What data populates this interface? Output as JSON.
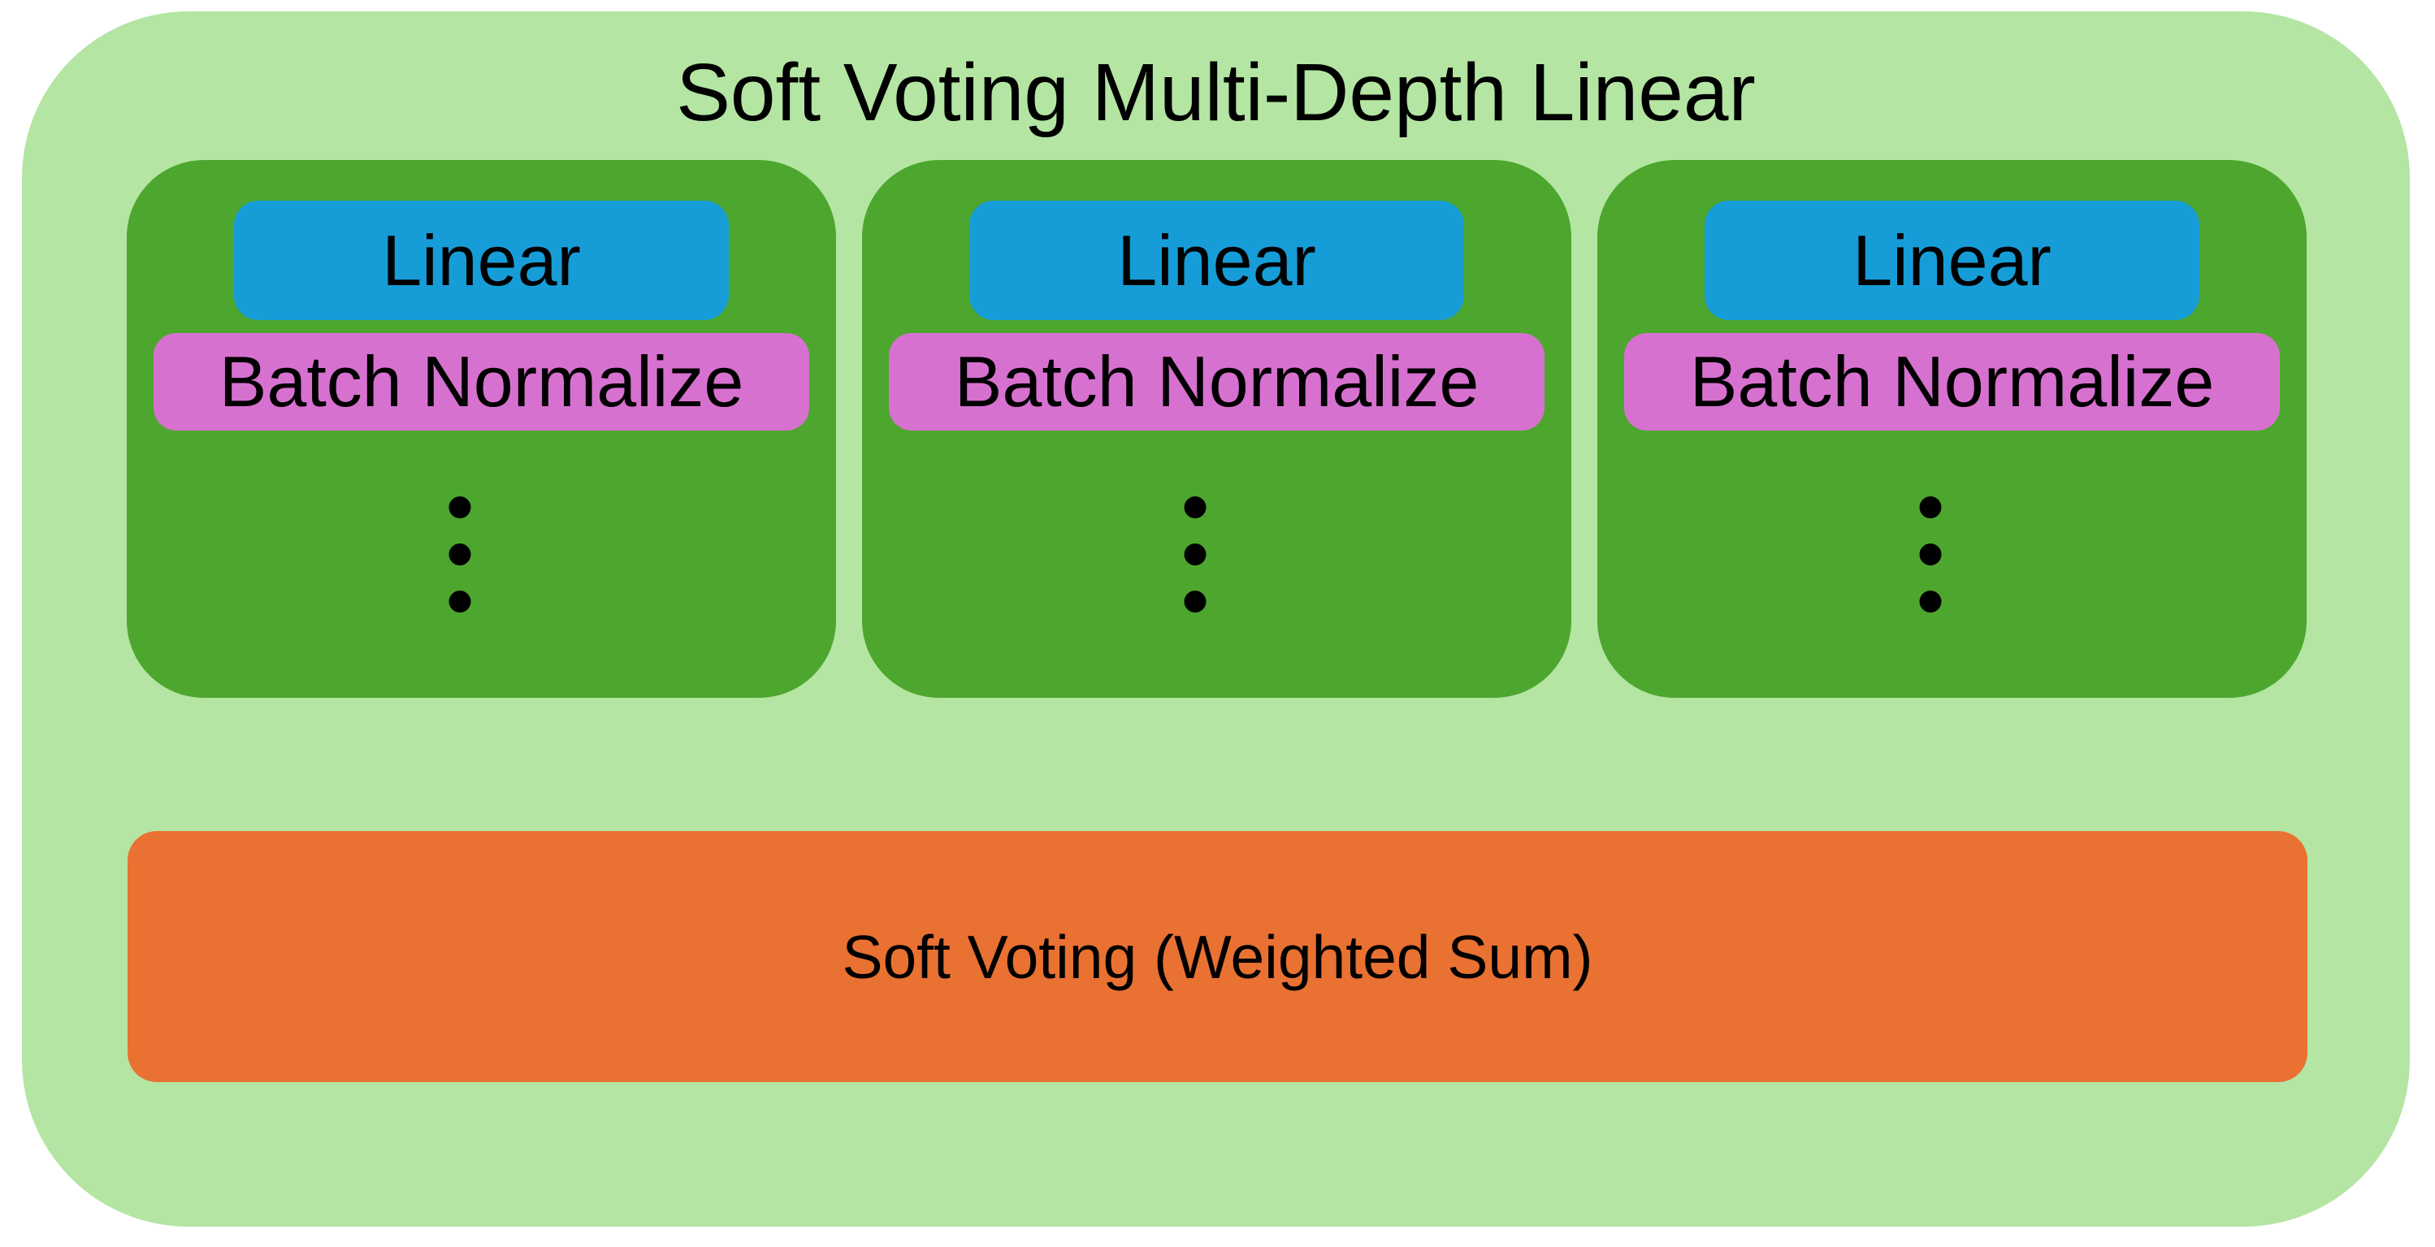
{
  "diagram": {
    "title": "Soft Voting Multi-Depth Linear",
    "columns": [
      {
        "linear_label": "Linear",
        "batch_label": "Batch Normalize",
        "ellipsis": "vertical-dots"
      },
      {
        "linear_label": "Linear",
        "batch_label": "Batch Normalize",
        "ellipsis": "vertical-dots"
      },
      {
        "linear_label": "Linear",
        "batch_label": "Batch Normalize",
        "ellipsis": "vertical-dots"
      }
    ],
    "output_label": "Soft Voting (Weighted Sum)",
    "colors": {
      "canvas": "#FFFFFF",
      "outer_bg": "#B4E5A3",
      "column_bg": "#4DA62E",
      "linear_bg": "#169DD8",
      "batch_bg": "#D771D0",
      "output_bg": "#E97132",
      "text": "#000000"
    }
  }
}
